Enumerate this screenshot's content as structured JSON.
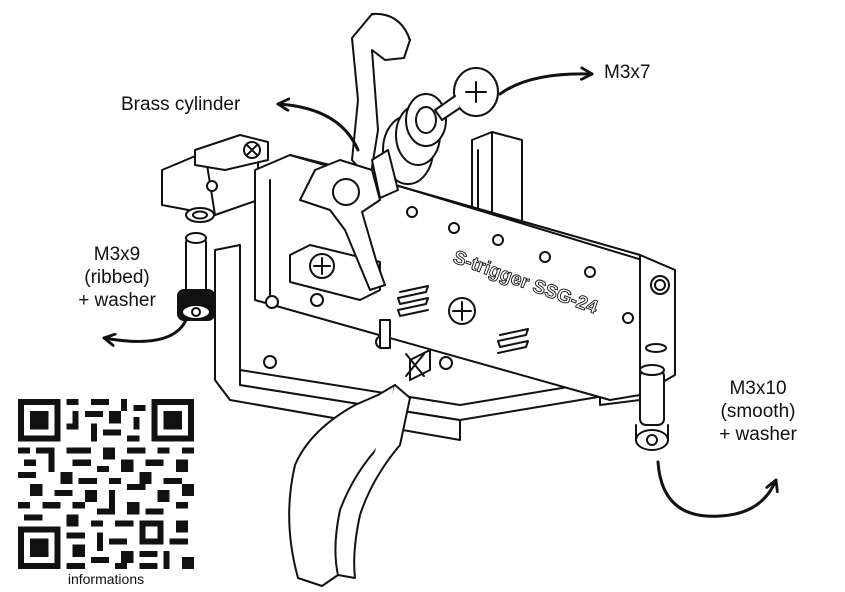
{
  "labels": {
    "brass_cylinder": "Brass cylinder",
    "m3x7": "M3x7",
    "m3x9_line1": "M3x9",
    "m3x9_line2": "(ribbed)",
    "m3x9_line3": "+ washer",
    "m3x10_line1": "M3x10",
    "m3x10_line2": "(smooth)",
    "m3x10_line3": "+ washer",
    "engraving": "S-trigger SSG-24"
  },
  "qr": {
    "caption": "informations"
  },
  "colors": {
    "ink": "#111111",
    "paper": "#ffffff"
  }
}
